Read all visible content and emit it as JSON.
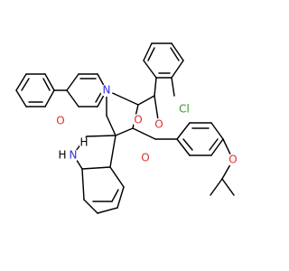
{
  "molecule": {
    "atoms": [
      {
        "label": "Cl",
        "color": "#2f9a22"
      },
      {
        "label": "O",
        "color": "#e03030"
      },
      {
        "label": "N",
        "color": "#3030e0"
      },
      {
        "label": "O",
        "color": "#e03030"
      },
      {
        "label": "H",
        "color": "#000000"
      },
      {
        "label": "O",
        "color": "#e03030"
      },
      {
        "label": "N",
        "color": "#3030e0"
      },
      {
        "label": "H",
        "color": "#000000"
      },
      {
        "label": "O",
        "color": "#e03030"
      },
      {
        "label": "O",
        "color": "#e03030"
      }
    ],
    "colors": {
      "bond": "#000000",
      "background": "#ffffff"
    }
  }
}
